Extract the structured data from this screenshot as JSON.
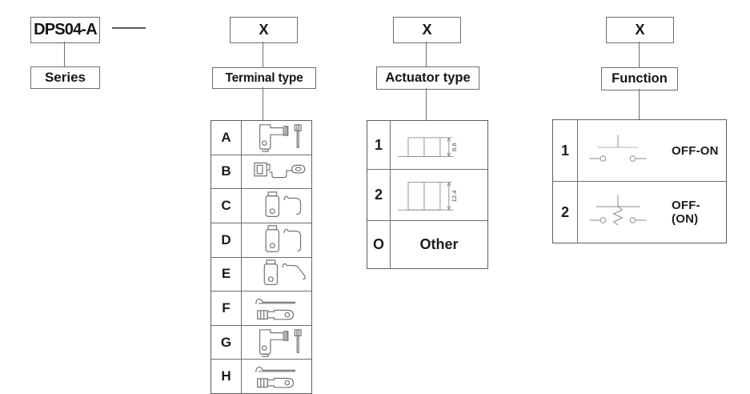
{
  "part": {
    "code": "DPS04-A",
    "label": "Series"
  },
  "terminal": {
    "code": "X",
    "label": "Terminal type",
    "rows": [
      {
        "key": "A",
        "icon": "right-angle-lug-and-pin-icon"
      },
      {
        "key": "B",
        "icon": "bracket-with-bent-strap-icon"
      },
      {
        "key": "C",
        "icon": "straight-lug-and-short-hook-icon"
      },
      {
        "key": "D",
        "icon": "straight-lug-and-long-hook-icon"
      },
      {
        "key": "E",
        "icon": "straight-lug-and-slanted-hook-icon"
      },
      {
        "key": "F",
        "icon": "flat-strap-and-blade-icon"
      },
      {
        "key": "G",
        "icon": "right-angle-lug-and-pin-icon"
      },
      {
        "key": "H",
        "icon": "flat-strap-and-blade-icon"
      }
    ]
  },
  "actuator": {
    "code": "X",
    "label": "Actuator type",
    "rows": [
      {
        "key": "1",
        "dimension": "8.6",
        "icon": "short-actuator-drawing-icon"
      },
      {
        "key": "2",
        "dimension": "12.4",
        "icon": "tall-actuator-drawing-icon"
      },
      {
        "key": "O",
        "text": "Other"
      }
    ]
  },
  "function": {
    "code": "X",
    "label": "Function",
    "rows": [
      {
        "key": "1",
        "text": "OFF-ON",
        "icon": "pushbutton-circuit-icon"
      },
      {
        "key": "2",
        "text": "OFF-(ON)",
        "icon": "momentary-pushbutton-circuit-icon"
      }
    ]
  }
}
